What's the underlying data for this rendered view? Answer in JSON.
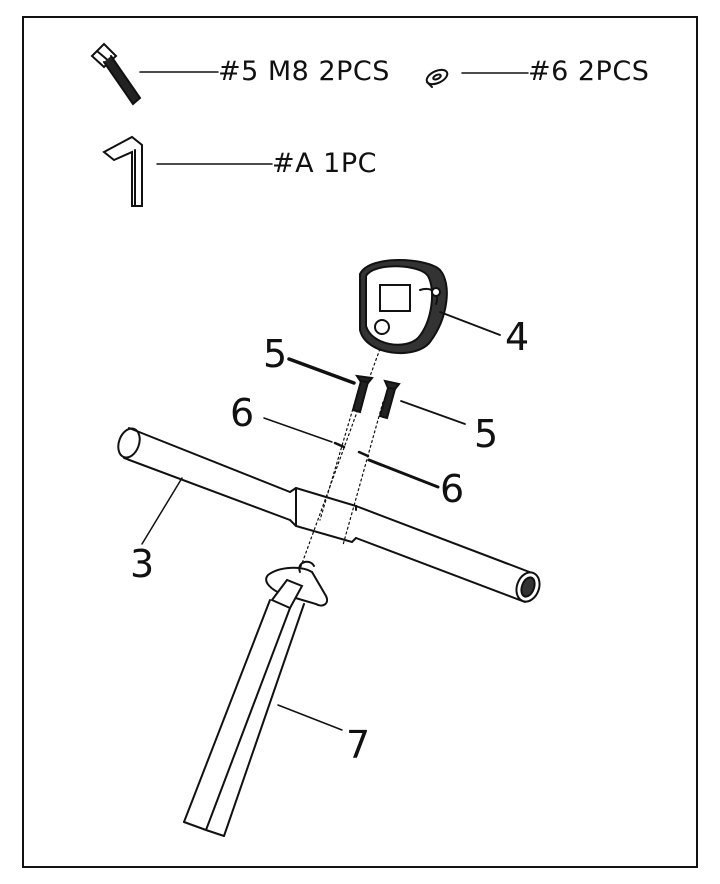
{
  "parts_list": {
    "bolt": {
      "label": "#5 M8 2PCS",
      "icon": "bolt-icon"
    },
    "washer": {
      "label": "#6 2PCS",
      "icon": "washer-icon"
    },
    "hex_key": {
      "label": "#A 1PC",
      "icon": "hex-key-icon"
    }
  },
  "callouts": {
    "console": "4",
    "bolt_left": "5",
    "bolt_right": "5",
    "washer_left": "6",
    "washer_right": "6",
    "handlebar": "3",
    "post": "7"
  }
}
